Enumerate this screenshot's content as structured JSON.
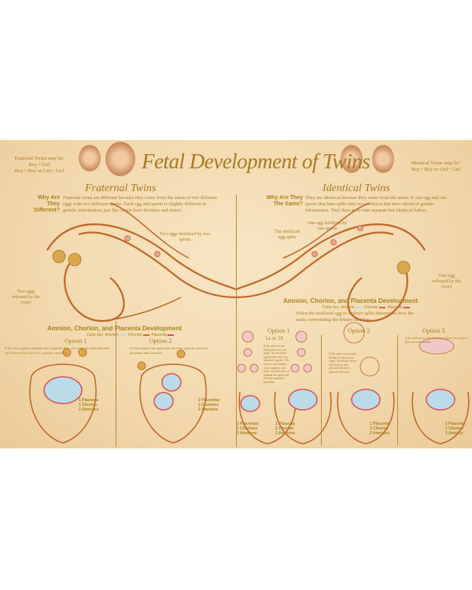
{
  "title": "Fetal Development of Twins",
  "fraternal": {
    "may_be": [
      "Fraternal Twins may be:",
      "Boy • Girl",
      "Boy • Boy or Girl • Girl"
    ],
    "heading": "Fraternal Twins",
    "question": "Why Are They Different?",
    "description": "Fraternal twins are different because they come from the union of two different eggs with two different sperm. Each egg and sperm is slightly different in genetic information, just like single-born brothers and sisters.",
    "label_fertilized": "Two eggs fertilized by two sperm",
    "label_released": "Two eggs released by the ovary",
    "development_heading": "Amnion, Chorion, and Placenta Development",
    "color_key": [
      "Color key",
      "Amnion",
      "Chorion",
      "Placenta"
    ],
    "options": [
      {
        "title": "Option 1",
        "text": "If the two zygotes implant close together they can share the same placenta and chorion but have two separate amnions.",
        "result": [
          "1 Placenta",
          "1 Chorion",
          "2 Amnions"
        ]
      },
      {
        "title": "Option 2",
        "text": "If they implant far apart they develop separate amnions, placentas and chorions.",
        "result": [
          "2 Placentas",
          "2 Chorions",
          "2 Amnions"
        ]
      }
    ]
  },
  "identical": {
    "may_be": [
      "Identical Twins may be:",
      "Boy • Boy or Girl • Girl"
    ],
    "heading": "Identical Twins",
    "question": "Why Are They The Same?",
    "description": "They are identical because they come from the union of one egg and one sperm that later splits into two embryos that have identical genetic information. They then grow into separate but identical babies.",
    "label_fertilized": "One egg fertilized by one sperm",
    "label_splits": "The fertilized egg splits",
    "label_released": "One egg released by the ovary",
    "development_heading": "Amnion, Chorion, and Placenta Development",
    "color_key": [
      "Color key",
      "Amnion",
      "Chorion",
      "Placenta"
    ],
    "intro": "When the fertilized egg or embryo splits determines how the sacks surrounding the fetuses develop.",
    "options": [
      {
        "title": "Option 1",
        "subtitle": "1a or 1b",
        "text": "If the split occurs during the two-cell stage, the fertilized egg divides into two separate zygotes. The fetuses can implant close together and share one placenta, or implant far apart and develop separate placentas.",
        "results": [
          [
            "2 Placentas",
            "2 Chorions",
            "2 Amnions"
          ],
          [
            "1 Placenta",
            "1 Chorion",
            "2 Amnions"
          ]
        ]
      },
      {
        "title": "Option 2",
        "text": "If the split occurs early during the blastocyst stage, the fetuses share one chorion and placenta but have separate amnions.",
        "result": [
          "1 Placenta",
          "1 Chorion",
          "2 Amnions"
        ]
      },
      {
        "title": "Option 3",
        "text": "If the split occurs late, the fetuses share one chorion, placenta, and amnion.",
        "result": [
          "1 Placenta",
          "1 Chorion",
          "1 Amnion"
        ]
      }
    ]
  },
  "colors": {
    "background": "#f2d8ad",
    "text": "#a87d2a",
    "line": "#c0672a",
    "amnion": "#b8d8e8",
    "chorion": "#c8742e",
    "placenta": "#d8505a"
  }
}
